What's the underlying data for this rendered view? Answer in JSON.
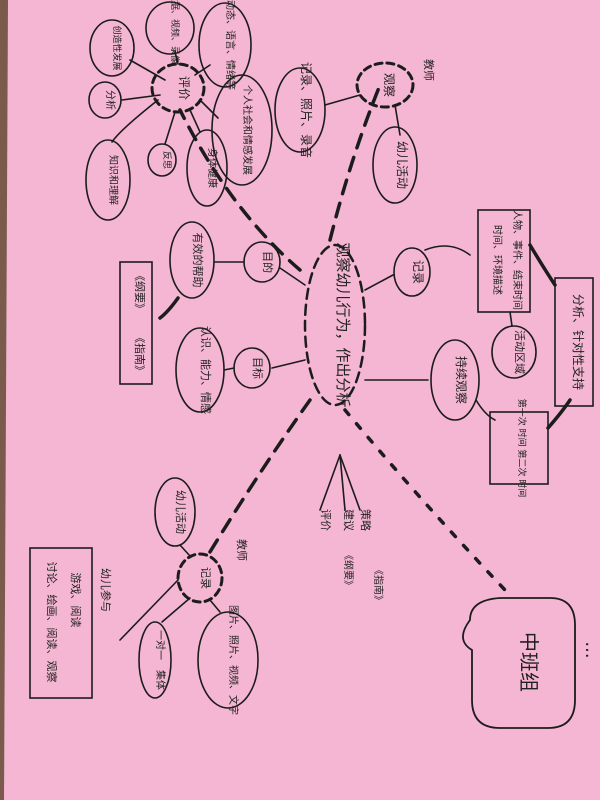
{
  "colors": {
    "paper": "#f4b6d2",
    "ink": "#1c1c1c",
    "border_wood": "#7a5a4a"
  },
  "central": "观察幼儿行为，作出分析",
  "record_top": {
    "teacher_tag": "教师",
    "hub": "观察",
    "method": "记录、照片、录音",
    "child_activity": "幼儿活动"
  },
  "evaluate": {
    "hub": "评价",
    "sub1": "动态、语言、情绪等",
    "sub2": "数据、视频、录像",
    "sub3": "创造性发展",
    "sub4": "分析",
    "sub5": "个人社会和情感发展",
    "sub6": "反思",
    "sub7": "身体健康",
    "sub8": "知识和理解"
  },
  "goal_top": {
    "hub": "目的",
    "detail": "有效的帮助"
  },
  "books": {
    "book1": "《纲要》",
    "book2": "《指南》"
  },
  "goal_bottom": {
    "hub": "目标",
    "detail": "认识、能力、情感"
  },
  "record_right": {
    "hub": "记录",
    "box_line1": "时间、环境描述",
    "box_line2": "人物、事件、结束时间",
    "analysis": "分析、针对性支持",
    "activity": "活动区域",
    "observe": "持续观察",
    "time_box": "第一次 时间 第二次 时间"
  },
  "strategy": {
    "s1": "策略",
    "s2": "建议",
    "s3": "评价",
    "ref1": "《指南》",
    "ref2": "《纲要》"
  },
  "record_bottom": {
    "teacher_tag": "教师",
    "hub": "记录",
    "child_activity": "幼儿活动",
    "one_to_one": "一对一",
    "group": "集体",
    "media": "图片、照片、视频、文字"
  },
  "child_box": {
    "tag": "幼儿参与",
    "line1": "游戏、阅读",
    "line2": "讨论、绘画、阅读、观察"
  },
  "middle_class": {
    "label": "中班组",
    "ellipsis": "..."
  }
}
